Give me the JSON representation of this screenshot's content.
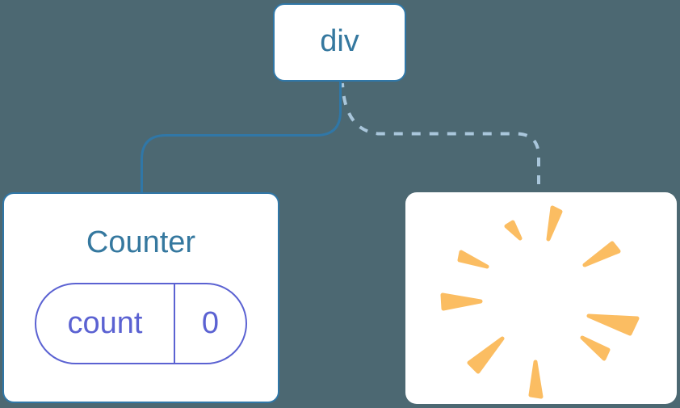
{
  "diagram": {
    "description": "React component tree: a div root keeps the Counter child (solid edge, state preserved) and removes the second child (dashed edge, poof burst, state destroyed)",
    "root": {
      "label": "div"
    },
    "children": [
      {
        "name": "counter",
        "title": "Counter",
        "edge": "solid",
        "state_key": "count",
        "state_value": "0"
      },
      {
        "name": "removed",
        "edge": "dashed",
        "icon": "poof-icon"
      }
    ]
  },
  "colors": {
    "background": "#4C6872",
    "node_bg": "#FFFFFF",
    "node_border": "#3077A7",
    "edge_solid": "#3077A7",
    "edge_dashed": "#A9C6DB",
    "label_blue": "#35789F",
    "state_indigo": "#5B62D2",
    "poof_orange": "#FBBD62"
  }
}
